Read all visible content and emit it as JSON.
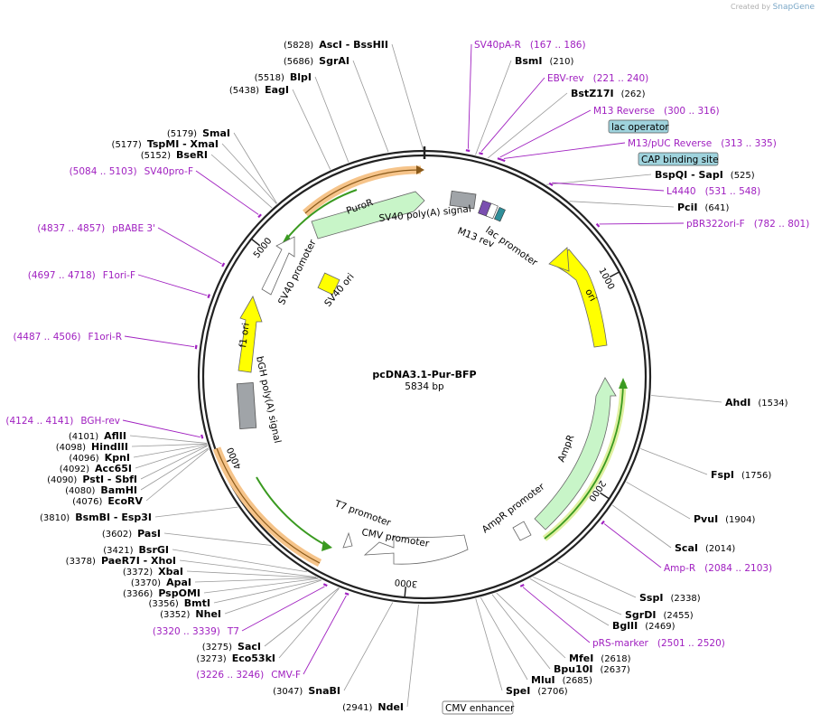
{
  "credit": {
    "prefix": "Created by",
    "brand": "SnapGene"
  },
  "plasmid": {
    "name": "pcDNA3.1-Pur-BFP",
    "length_label": "5834 bp",
    "length": 5834
  },
  "ruler": [
    {
      "pos": 1000,
      "label": "1000"
    },
    {
      "pos": 2000,
      "label": "2000"
    },
    {
      "pos": 3000,
      "label": "3000"
    },
    {
      "pos": 4000,
      "label": "4000"
    },
    {
      "pos": 5000,
      "label": "5000"
    }
  ],
  "enzymes": [
    {
      "name": "AscI - BssHII",
      "pos_label": "(5828)",
      "pos": 5828
    },
    {
      "name": "SgrAI",
      "pos_label": "(5686)",
      "pos": 5686
    },
    {
      "name": "BlpI",
      "pos_label": "(5518)",
      "pos": 5518
    },
    {
      "name": "EagI",
      "pos_label": "(5438)",
      "pos": 5438
    },
    {
      "name": "SmaI",
      "pos_label": "(5179)",
      "pos": 5179
    },
    {
      "name": "TspMI - XmaI",
      "pos_label": "(5177)",
      "pos": 5177
    },
    {
      "name": "BseRI",
      "pos_label": "(5152)",
      "pos": 5152
    },
    {
      "name": "BsmI",
      "pos_label": "(210)",
      "pos": 210
    },
    {
      "name": "BstZ17I",
      "pos_label": "(262)",
      "pos": 262
    },
    {
      "name": "BspQI - SapI",
      "pos_label": "(525)",
      "pos": 525
    },
    {
      "name": "PciI",
      "pos_label": "(641)",
      "pos": 641
    },
    {
      "name": "AhdI",
      "pos_label": "(1534)",
      "pos": 1534
    },
    {
      "name": "FspI",
      "pos_label": "(1756)",
      "pos": 1756
    },
    {
      "name": "PvuI",
      "pos_label": "(1904)",
      "pos": 1904
    },
    {
      "name": "ScaI",
      "pos_label": "(2014)",
      "pos": 2014
    },
    {
      "name": "SspI",
      "pos_label": "(2338)",
      "pos": 2338
    },
    {
      "name": "SgrDI",
      "pos_label": "(2455)",
      "pos": 2455
    },
    {
      "name": "BglII",
      "pos_label": "(2469)",
      "pos": 2469
    },
    {
      "name": "MfeI",
      "pos_label": "(2618)",
      "pos": 2618
    },
    {
      "name": "Bpu10I",
      "pos_label": "(2637)",
      "pos": 2637
    },
    {
      "name": "MluI",
      "pos_label": "(2685)",
      "pos": 2685
    },
    {
      "name": "SpeI",
      "pos_label": "(2706)",
      "pos": 2706
    },
    {
      "name": "NdeI",
      "pos_label": "(2941)",
      "pos": 2941
    },
    {
      "name": "SnaBI",
      "pos_label": "(3047)",
      "pos": 3047
    },
    {
      "name": "Eco53kI",
      "pos_label": "(3273)",
      "pos": 3273
    },
    {
      "name": "SacI",
      "pos_label": "(3275)",
      "pos": 3275
    },
    {
      "name": "NheI",
      "pos_label": "(3352)",
      "pos": 3352
    },
    {
      "name": "BmtI",
      "pos_label": "(3356)",
      "pos": 3356
    },
    {
      "name": "PspOMI",
      "pos_label": "(3366)",
      "pos": 3366
    },
    {
      "name": "ApaI",
      "pos_label": "(3370)",
      "pos": 3370
    },
    {
      "name": "XbaI",
      "pos_label": "(3372)",
      "pos": 3372
    },
    {
      "name": "PaeR7I - XhoI",
      "pos_label": "(3378)",
      "pos": 3378
    },
    {
      "name": "BsrGI",
      "pos_label": "(3421)",
      "pos": 3421
    },
    {
      "name": "PasI",
      "pos_label": "(3602)",
      "pos": 3602
    },
    {
      "name": "BsmBI - Esp3I",
      "pos_label": "(3810)",
      "pos": 3810
    },
    {
      "name": "EcoRV",
      "pos_label": "(4076)",
      "pos": 4076
    },
    {
      "name": "BamHI",
      "pos_label": "(4080)",
      "pos": 4080
    },
    {
      "name": "PstI - SbfI",
      "pos_label": "(4090)",
      "pos": 4090
    },
    {
      "name": "Acc65I",
      "pos_label": "(4092)",
      "pos": 4092
    },
    {
      "name": "KpnI",
      "pos_label": "(4096)",
      "pos": 4096
    },
    {
      "name": "HindIII",
      "pos_label": "(4098)",
      "pos": 4098
    },
    {
      "name": "AflII",
      "pos_label": "(4101)",
      "pos": 4101
    }
  ],
  "primers": [
    {
      "name": "SV40pA-R",
      "range": "(167 .. 186)"
    },
    {
      "name": "EBV-rev",
      "range": "(221 .. 240)"
    },
    {
      "name": "M13 Reverse",
      "range": "(300 .. 316)"
    },
    {
      "name": "M13/pUC Reverse",
      "range": "(313 .. 335)"
    },
    {
      "name": "L4440",
      "range": "(531 .. 548)"
    },
    {
      "name": "pBR322ori-F",
      "range": "(782 .. 801)"
    },
    {
      "name": "Amp-R",
      "range": "(2084 .. 2103)"
    },
    {
      "name": "pRS-marker",
      "range": "(2501 .. 2520)"
    },
    {
      "name": "T7",
      "range": "(3320 .. 3339)"
    },
    {
      "name": "CMV-F",
      "range": "(3226 .. 3246)"
    },
    {
      "name": "BGH-rev",
      "range": "(4124 .. 4141)"
    },
    {
      "name": "F1ori-R",
      "range": "(4487 .. 4506)"
    },
    {
      "name": "F1ori-F",
      "range": "(4697 .. 4718)"
    },
    {
      "name": "pBABE 3'",
      "range": "(4837 .. 4857)"
    },
    {
      "name": "SV40pro-F",
      "range": "(5084 .. 5103)"
    }
  ],
  "boxed_features": [
    {
      "name": "lac operator"
    },
    {
      "name": "CAP binding site"
    },
    {
      "name": "CMV enhancer"
    }
  ],
  "features": [
    {
      "name": "PuroR"
    },
    {
      "name": "SV40 poly(A) signal"
    },
    {
      "name": "M13 rev"
    },
    {
      "name": "lac promoter"
    },
    {
      "name": "ori"
    },
    {
      "name": "AmpR"
    },
    {
      "name": "AmpR promoter"
    },
    {
      "name": "CMV promoter"
    },
    {
      "name": "T7 promoter"
    },
    {
      "name": "bGH poly(A) signal"
    },
    {
      "name": "f1 ori"
    },
    {
      "name": "SV40 promoter"
    },
    {
      "name": "SV40 ori"
    }
  ],
  "colors": {
    "primer": "#a020c0",
    "backbone": "#222222",
    "resistance": "#c8f5c8",
    "ori": "#ffff00",
    "polyA": "#a0a4a8",
    "promoter": "#ffffff",
    "orf_highlight": "#f0a030",
    "orf_line": "#3a9a20",
    "box_fill": "#9fd3dd"
  }
}
